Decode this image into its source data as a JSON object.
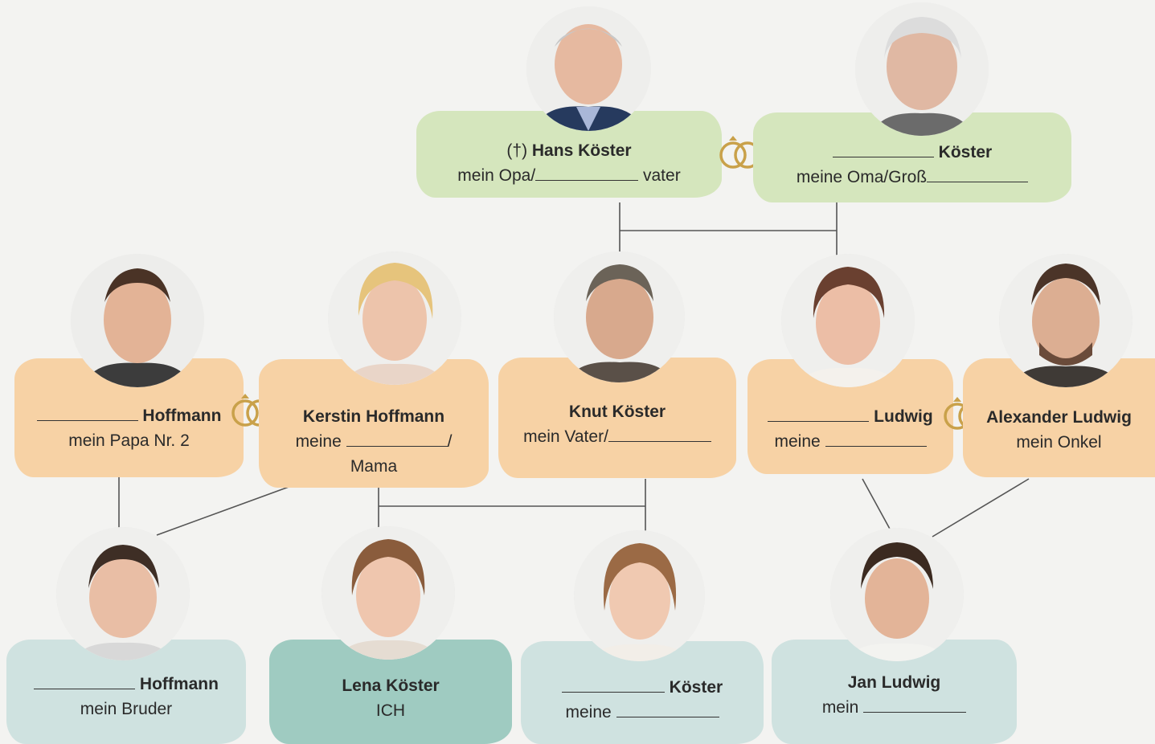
{
  "colors": {
    "green_card": "#d5e6bd",
    "orange_card": "#f7d2a5",
    "teal_card": "#cfe2e0",
    "teal_me": "#9fcbc1",
    "ring": "#c9a14a",
    "line": "#555555"
  },
  "people": {
    "hans": {
      "prefix": "(†) ",
      "name": "Hans Köster",
      "line2a": "mein Opa/",
      "line2b": " vater"
    },
    "oma": {
      "name": "Köster",
      "line2": "meine Oma/Groß"
    },
    "papa2": {
      "name": "Hoffmann",
      "line2": "mein Papa Nr. 2"
    },
    "kerstin": {
      "name": "Kerstin Hoffmann",
      "line2a": "meine ",
      "line2b": "/",
      "line3": "Mama"
    },
    "knut": {
      "name": "Knut Köster",
      "line2": "mein Vater/"
    },
    "tante": {
      "name": "Ludwig",
      "line2": "meine "
    },
    "alexander": {
      "name": "Alexander Ludwig",
      "line2": "mein Onkel"
    },
    "bruder": {
      "name": "Hoffmann",
      "line2": "mein Bruder"
    },
    "lena": {
      "name": "Lena Köster",
      "line2": "ICH"
    },
    "schwester": {
      "name": "Köster",
      "line2": "meine "
    },
    "jan": {
      "name": "Jan Ludwig",
      "line2": "mein "
    }
  },
  "icons": {
    "marriage": "wedding-rings-icon",
    "portrait": "portrait-photo"
  }
}
